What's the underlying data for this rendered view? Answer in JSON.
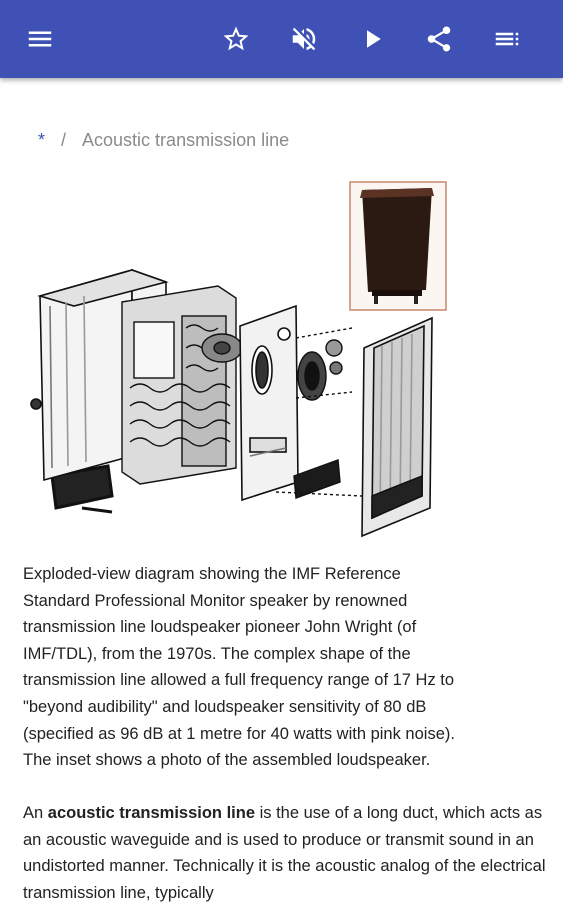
{
  "toolbar": {
    "menu_icon": "menu-icon",
    "actions": [
      "star-icon",
      "mute-icon",
      "play-icon",
      "share-icon",
      "toc-icon"
    ],
    "background": "#3f51b5"
  },
  "breadcrumb": {
    "home": "*",
    "separator": "/",
    "current": "Acoustic transmission line"
  },
  "figure": {
    "caption": "Exploded-view diagram showing the IMF Reference Standard Professional Monitor speaker by renowned transmission line loudspeaker pioneer John Wright (of IMF/TDL), from the 1970s. The complex shape of the transmission line allowed a full frequency range of 17 Hz to \"beyond audibility\" and loudspeaker sensitivity of 80 dB (specified as 96 dB at 1 metre for 40 watts with pink noise). The inset shows a photo of the assembled loudspeaker."
  },
  "article": {
    "intro_prefix": "An ",
    "term": "acoustic transmission line",
    "intro_rest": " is the use of a long duct, which acts as an acoustic waveguide and is used to produce or transmit sound in an undistorted manner. Technically it is the acoustic analog of the electrical transmission line, typically"
  }
}
